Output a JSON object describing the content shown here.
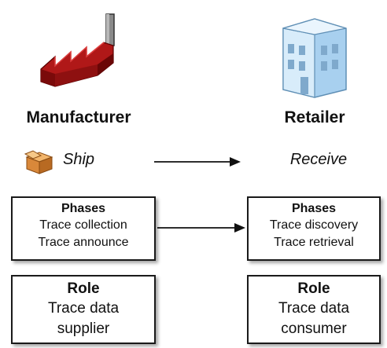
{
  "actors": {
    "left": {
      "name": "Manufacturer",
      "icon": "factory-icon"
    },
    "right": {
      "name": "Retailer",
      "icon": "building-icon"
    }
  },
  "actions": {
    "left": {
      "label": "Ship",
      "icon": "package-icon"
    },
    "right": {
      "label": "Receive"
    }
  },
  "phases": {
    "left": {
      "title": "Phases",
      "lines": [
        "Trace collection",
        "Trace announce"
      ]
    },
    "right": {
      "title": "Phases",
      "lines": [
        "Trace discovery",
        "Trace retrieval"
      ]
    }
  },
  "roles": {
    "left": {
      "title": "Role",
      "lines": [
        "Trace data",
        "supplier"
      ]
    },
    "right": {
      "title": "Role",
      "lines": [
        "Trace data",
        "consumer"
      ]
    }
  },
  "colors": {
    "factory_roof": "#b01818",
    "factory_wall": "#7a0a0a",
    "chimney": "#777777",
    "building_light": "#d8ecfa",
    "building_mid": "#a8d0ef",
    "package": "#d9883a"
  }
}
